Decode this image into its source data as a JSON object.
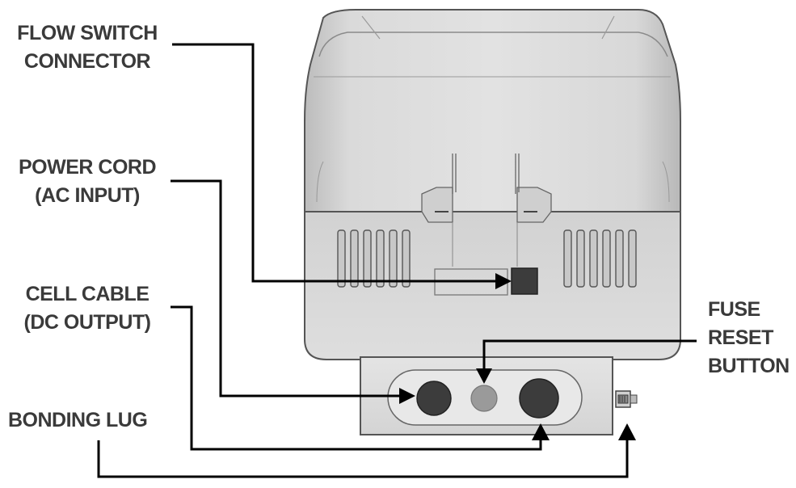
{
  "labels": {
    "flow_switch": {
      "line1": "FLOW SWITCH",
      "line2": "CONNECTOR"
    },
    "power_cord": {
      "line1": "POWER CORD",
      "line2": "(AC INPUT)"
    },
    "cell_cable": {
      "line1": "CELL CABLE",
      "line2": "(DC OUTPUT)"
    },
    "bonding_lug": {
      "line1": "BONDING LUG"
    },
    "fuse_reset": {
      "line1": "FUSE",
      "line2": "RESET",
      "line3": "BUTTON"
    }
  },
  "colors": {
    "housing": "#d6d6d6",
    "housing_dark": "#c4c4c4",
    "outline": "#555555",
    "connector": "#3c3c3c",
    "fuse_button": "#9a9a9a",
    "leader": "#000000",
    "text": "#3a3a3a"
  }
}
